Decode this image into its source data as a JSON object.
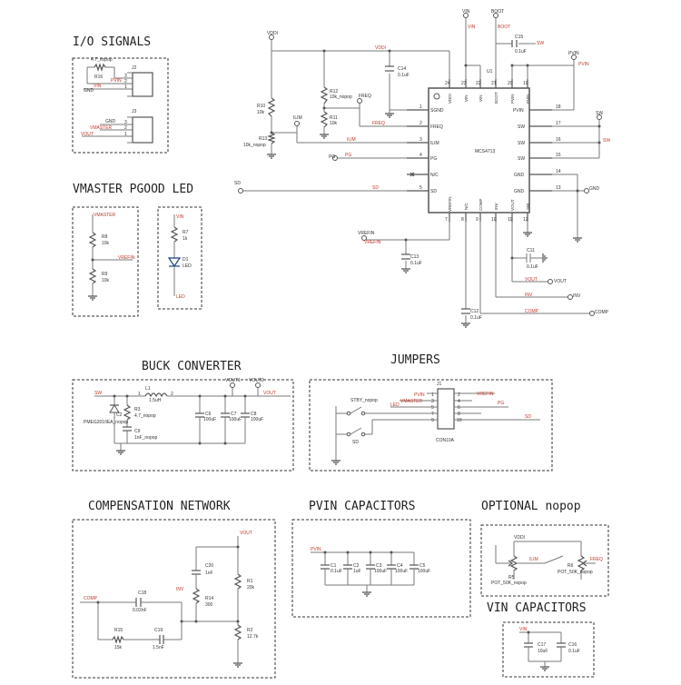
{
  "titles": {
    "io": "I/O SIGNALS",
    "vmaster": "VMASTER PGOOD LED",
    "buck": "BUCK CONVERTER",
    "jumpers": "JUMPERS",
    "comp": "COMPENSATION NETWORK",
    "pvin": "PVIN CAPACITORS",
    "optional": "OPTIONAL nopop",
    "vincap": "VIN CAPACITORS"
  },
  "ic": {
    "ref": "U1",
    "part": "MCS4713",
    "left_pins": [
      {
        "num": "1",
        "name": "SGND"
      },
      {
        "num": "2",
        "name": "FREQ"
      },
      {
        "num": "3",
        "name": "ILIM"
      },
      {
        "num": "4",
        "name": "PG"
      },
      {
        "num": "X",
        "name": "N/C"
      },
      {
        "num": "5",
        "name": "SD"
      }
    ],
    "top_pins": [
      {
        "num": "24",
        "name": "VDDI"
      },
      {
        "num": "23",
        "name": "VIN"
      },
      {
        "num": "22",
        "name": "VIN"
      },
      {
        "num": "21",
        "name": "BOOT"
      },
      {
        "num": "20",
        "name": "PVIN"
      },
      {
        "num": "19",
        "name": "PVIN"
      }
    ],
    "right_pins": [
      {
        "num": "18",
        "name": "PVIN"
      },
      {
        "num": "17",
        "name": "SW"
      },
      {
        "num": "16",
        "name": "SW"
      },
      {
        "num": "15",
        "name": "SW"
      },
      {
        "num": "14",
        "name": "GND"
      },
      {
        "num": "13",
        "name": "GND"
      }
    ],
    "bottom_pins": [
      {
        "num": "7",
        "name": "VREFIN"
      },
      {
        "num": "8",
        "name": "N/C"
      },
      {
        "num": "9",
        "name": "COMP"
      },
      {
        "num": "10",
        "name": "INV"
      },
      {
        "num": "11",
        "name": "VOUT"
      },
      {
        "num": "12",
        "name": "SW"
      }
    ]
  },
  "nets": {
    "vddi": "VDDI",
    "vin": "VIN",
    "boot": "BOOT",
    "pvin": "PVIN",
    "sw": "SW",
    "gnd": "GND",
    "sd": "SD",
    "pg": "PG",
    "freq": "FREQ",
    "ilim": "ILIM",
    "vrefin": "VREFIN",
    "vout": "VOUT",
    "inv": "INV",
    "comp": "COMP",
    "vmaster": "VMASTER",
    "vout1": "VOUT1",
    "vout2": "VOUT2",
    "led": "LED",
    "stby": "STBY_nopop"
  },
  "main_parts": {
    "r10": [
      "R10",
      "10k"
    ],
    "r12": [
      "R12",
      "10k_nopop"
    ],
    "r11": [
      "R11",
      "10k"
    ],
    "r13": [
      "R13",
      "10k_nopop"
    ],
    "c14": [
      "C14",
      "0.1uF"
    ],
    "c15": [
      "C15",
      "0.1uF"
    ],
    "c13": [
      "C13",
      "0.1uF"
    ],
    "c11": [
      "C11",
      "0.1uF"
    ],
    "c12": [
      "C12",
      "0.1uF"
    ]
  },
  "io": {
    "r16": [
      "R16",
      "4.7_nopop"
    ],
    "j2": "J2",
    "j3": "J3",
    "j2_pins": [
      "3",
      "2",
      "1"
    ],
    "j3_pins": [
      "3",
      "2",
      "1"
    ]
  },
  "vm": {
    "r8": [
      "R8",
      "10k"
    ],
    "r9": [
      "R9",
      "10k"
    ],
    "r7": [
      "R7",
      "1k"
    ],
    "d1": [
      "D1",
      "LED"
    ]
  },
  "buck": {
    "l1": [
      "L1",
      "1.5uH"
    ],
    "l1_pins": [
      "1",
      "2"
    ],
    "c2": "C2",
    "d_part": "PMEG2010EA_nopop",
    "r3": [
      "R3",
      "4.7_nopop"
    ],
    "c9": [
      "C9",
      "1nF_nopop"
    ],
    "c6": [
      "C6",
      "100uF"
    ],
    "c7": [
      "C7",
      "100uF"
    ],
    "c8": [
      "C8",
      "100uF"
    ]
  },
  "jumpers": {
    "j1": "J1",
    "part": "CON10A",
    "left_pins": [
      "1",
      "3",
      "5",
      "7",
      "9"
    ],
    "right_pins": [
      "2",
      "4",
      "6",
      "8",
      "10"
    ],
    "nets": [
      "PVIN",
      "VMASTER",
      "LED",
      "PG",
      "SD",
      "VREFIN",
      "PG",
      "SD"
    ]
  },
  "compensation": {
    "c20": [
      "C20",
      "1nF"
    ],
    "r14": [
      "R14",
      "300"
    ],
    "c18": [
      "C18",
      "0.02nF"
    ],
    "r15": [
      "R15",
      "15k"
    ],
    "c19": [
      "C19",
      "1.5nF"
    ],
    "r1": [
      "R1",
      "20k"
    ],
    "r2": [
      "R2",
      "12.7k"
    ]
  },
  "pvin_caps": [
    [
      "C1",
      "0.1uF"
    ],
    [
      "C2",
      "1uF"
    ],
    [
      "C3",
      "100uF"
    ],
    [
      "C4",
      "100uF"
    ],
    [
      "C5",
      "100uF"
    ]
  ],
  "optional": {
    "r5": [
      "R5",
      "POT_50K_nopop"
    ],
    "r6": [
      "R6",
      "POT_50K_nopop"
    ]
  },
  "vin_caps": [
    [
      "C17",
      "10uF"
    ],
    [
      "C16",
      "0.1uF"
    ]
  ]
}
